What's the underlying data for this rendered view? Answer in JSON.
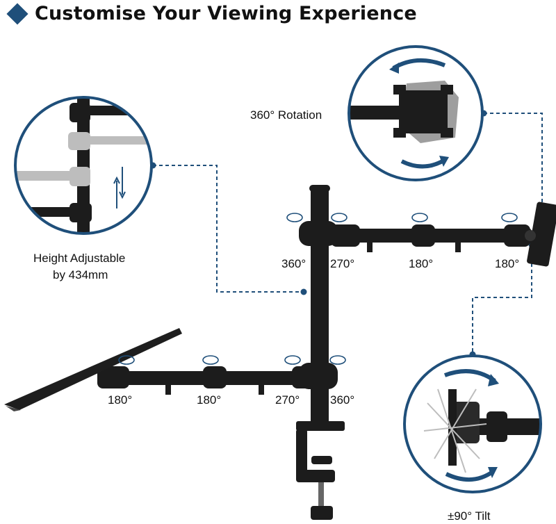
{
  "title": "Customise Your Viewing Experience",
  "features": {
    "rotation": "360° Rotation",
    "height_line1": "Height Adjustable",
    "height_line2": "by 434mm",
    "tilt": "±90° Tilt"
  },
  "angles_upper": [
    "360°",
    "270°",
    "180°",
    "180°"
  ],
  "angles_lower": [
    "180°",
    "180°",
    "270°",
    "360°"
  ],
  "colors": {
    "accent": "#1f4f7a",
    "metal": "#1c1c1c"
  }
}
